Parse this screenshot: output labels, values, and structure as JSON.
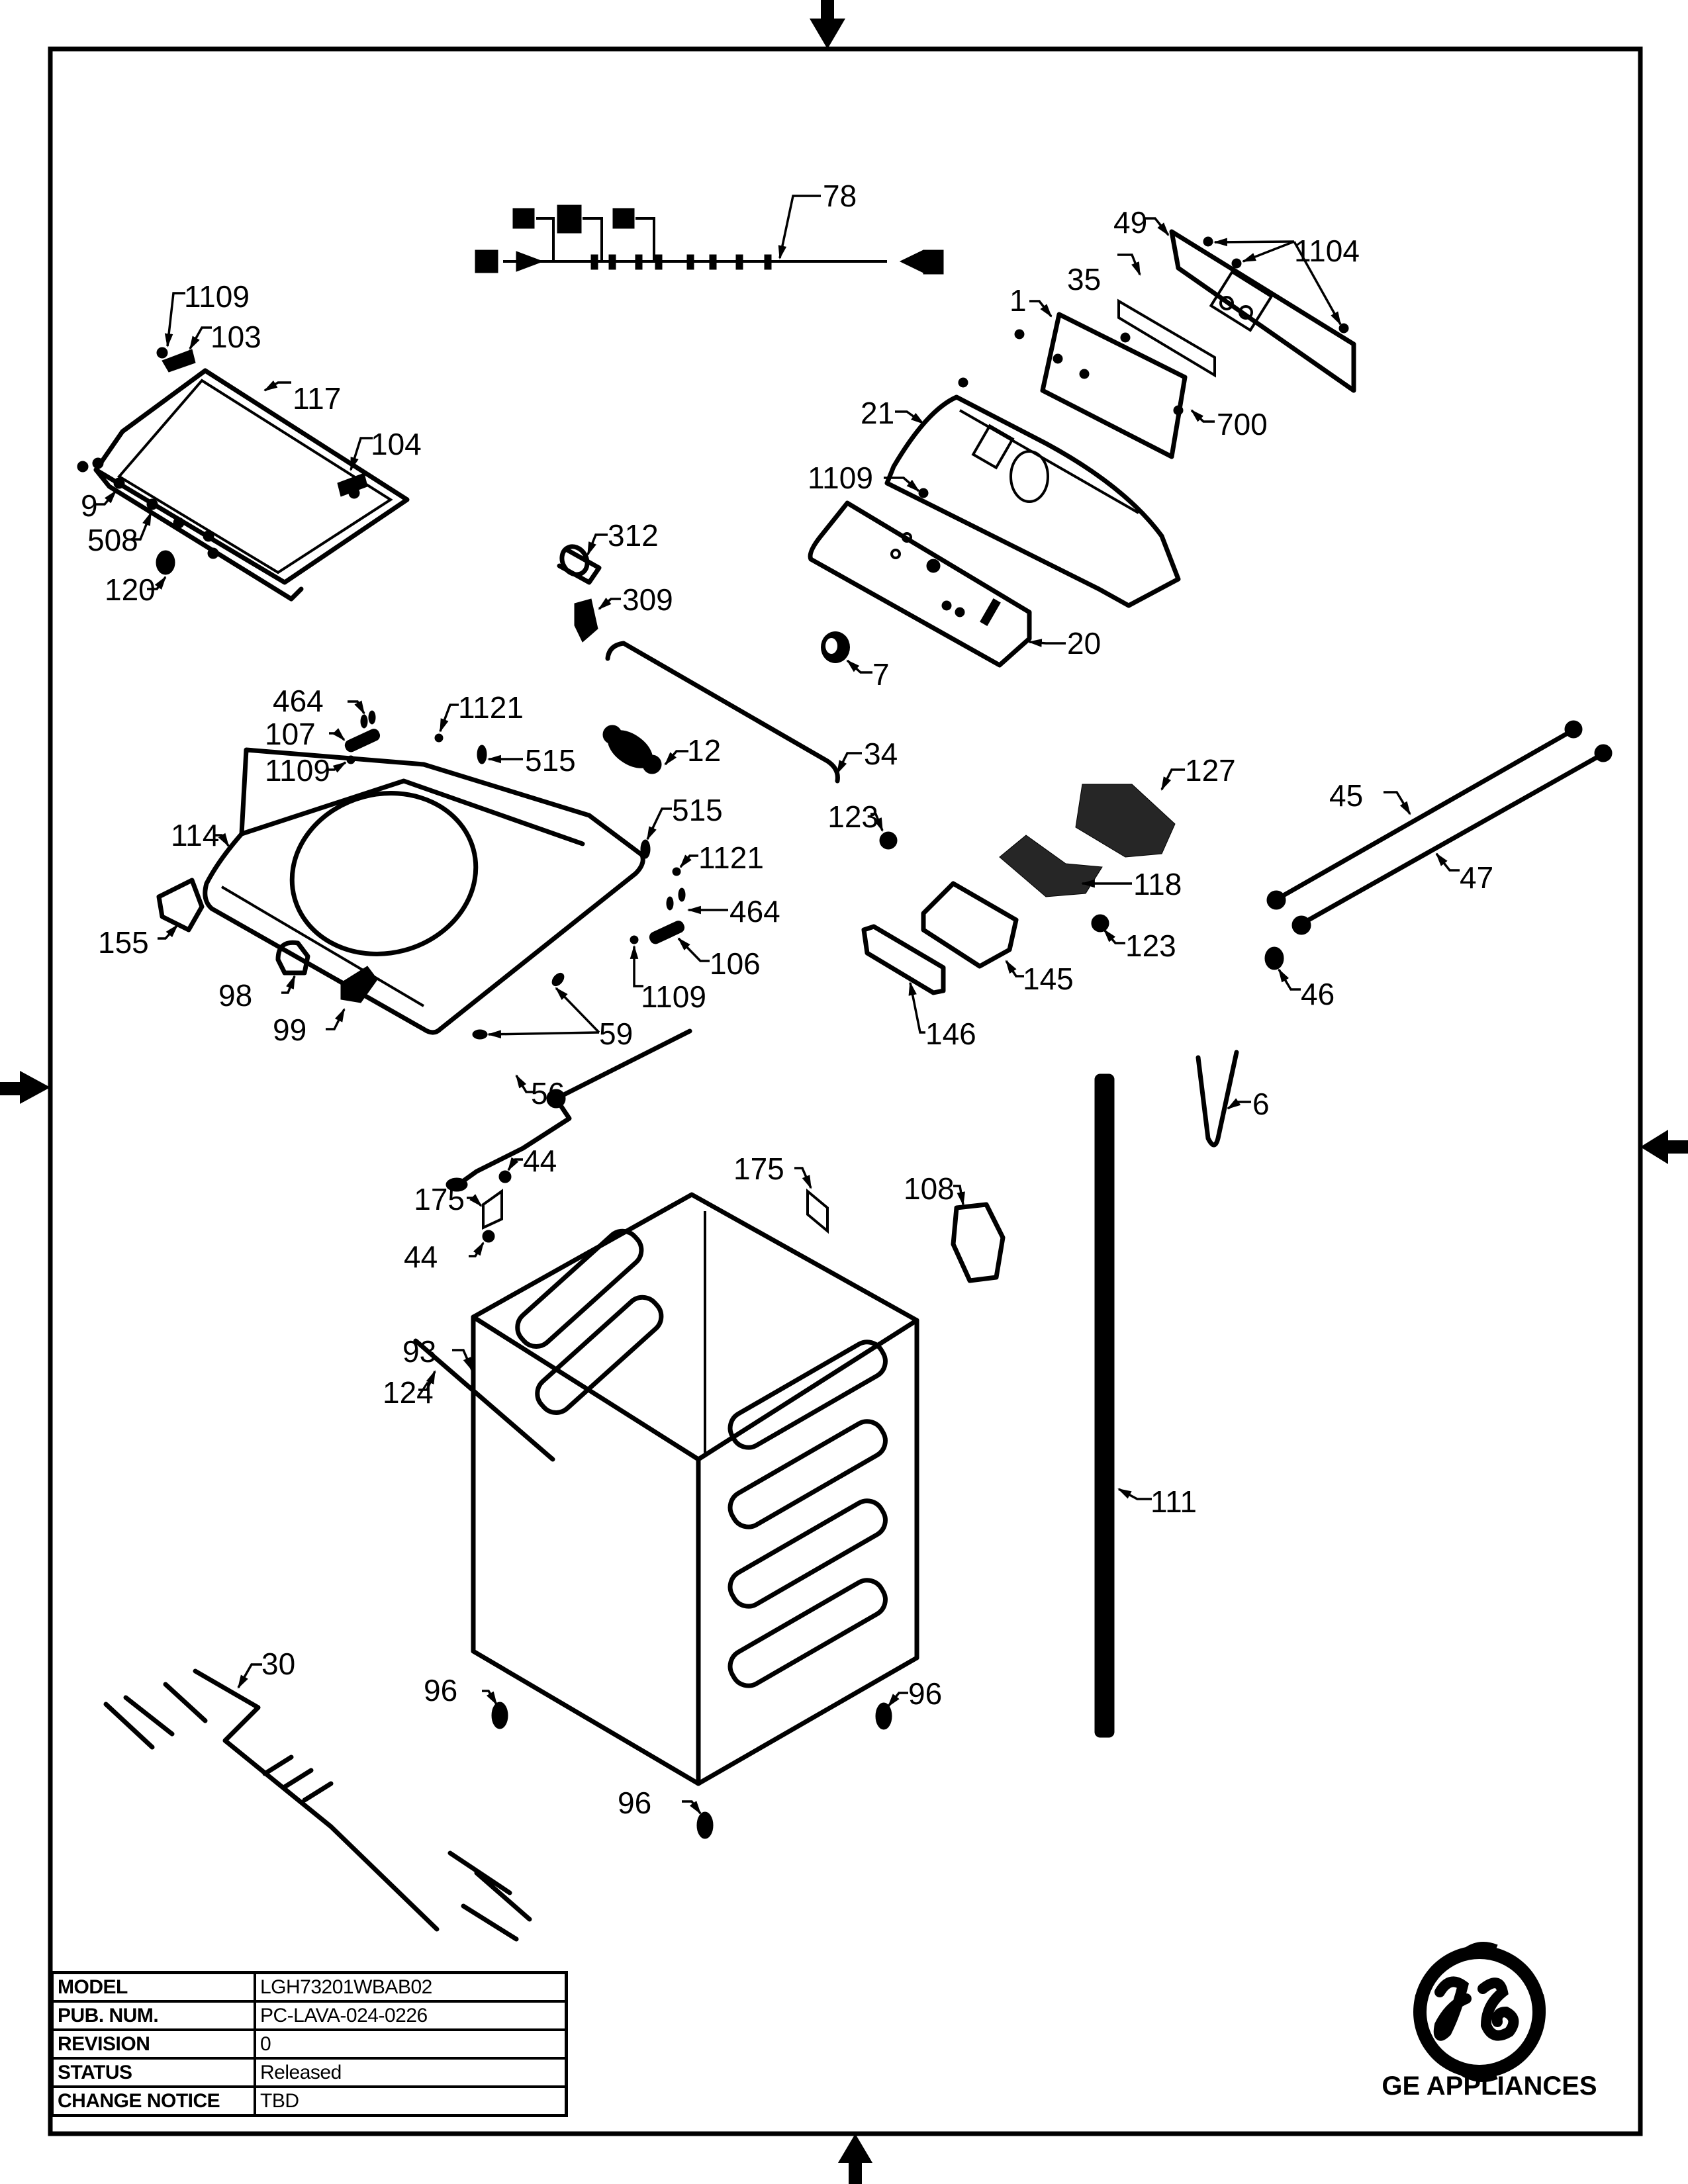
{
  "document": {
    "type": "Exploded parts diagram",
    "brand": "GE APPLIANCES",
    "logo": "ge-monogram-logo",
    "colors": {
      "ink": "#000000",
      "paper": "#ffffff"
    }
  },
  "title_block": [
    {
      "key": "MODEL",
      "value": "LGH73201WBAB02"
    },
    {
      "key": "PUB. NUM.",
      "value": "PC-LAVA-024-0226"
    },
    {
      "key": "REVISION",
      "value": "0"
    },
    {
      "key": "STATUS",
      "value": "Released"
    },
    {
      "key": "CHANGE NOTICE",
      "value": "TBD"
    }
  ],
  "registration_marks": [
    "arrow-down-top",
    "arrow-right-left",
    "arrow-left-right",
    "arrow-up-bottom"
  ],
  "callouts": {
    "c78": "78",
    "c49": "49",
    "c1104": "1104",
    "c35": "35",
    "c1": "1",
    "c700": "700",
    "c21": "21",
    "c1109_panel": "1109",
    "c20": "20",
    "c7": "7",
    "c1109_lid": "1109",
    "c103": "103",
    "c117": "117",
    "c104": "104",
    "c9": "9",
    "c508": "508",
    "c120": "120",
    "c312": "312",
    "c309": "309",
    "c34": "34",
    "c12": "12",
    "c464_a": "464",
    "c107": "107",
    "c1121_a": "1121",
    "c515_a": "515",
    "c1109_a": "1109",
    "c114": "114",
    "c515_b": "515",
    "c1121_b": "1121",
    "c464_b": "464",
    "c106": "106",
    "c1109_b": "1109",
    "c155": "155",
    "c98": "98",
    "c99": "99",
    "c59": "59",
    "c123_a": "123",
    "c127": "127",
    "c118": "118",
    "c123_b": "123",
    "c145": "145",
    "c146": "146",
    "c45": "45",
    "c47": "47",
    "c46": "46",
    "c56": "56",
    "c44_a": "44",
    "c175_a": "175",
    "c175_b": "175",
    "c44_b": "44",
    "c108": "108",
    "c6": "6",
    "c93": "93",
    "c124": "124",
    "c111": "111",
    "c30": "30",
    "c96_a": "96",
    "c96_b": "96",
    "c96_c": "96"
  }
}
